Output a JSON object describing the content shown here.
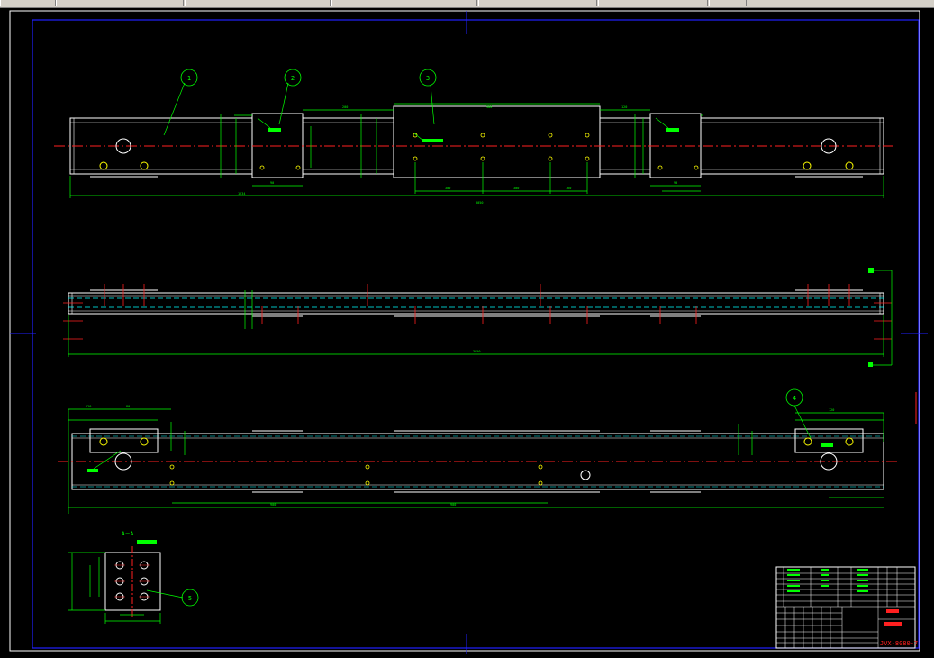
{
  "toolbar": {
    "buttons": [
      "",
      "",
      "",
      "",
      "",
      "",
      ""
    ]
  },
  "drawing": {
    "balloons": [
      "1",
      "2",
      "3",
      "4",
      "5"
    ],
    "section_label": "A－A",
    "drawing_number": "JVX-8080-7",
    "colors": {
      "background": "#000000",
      "border": "#0000ff",
      "outline": "#ffffff",
      "dimension": "#00ff00",
      "centerline": "#ff0000",
      "hidden": "#00ffff",
      "highlight": "#00ff00",
      "title_red": "#ff2020"
    }
  }
}
